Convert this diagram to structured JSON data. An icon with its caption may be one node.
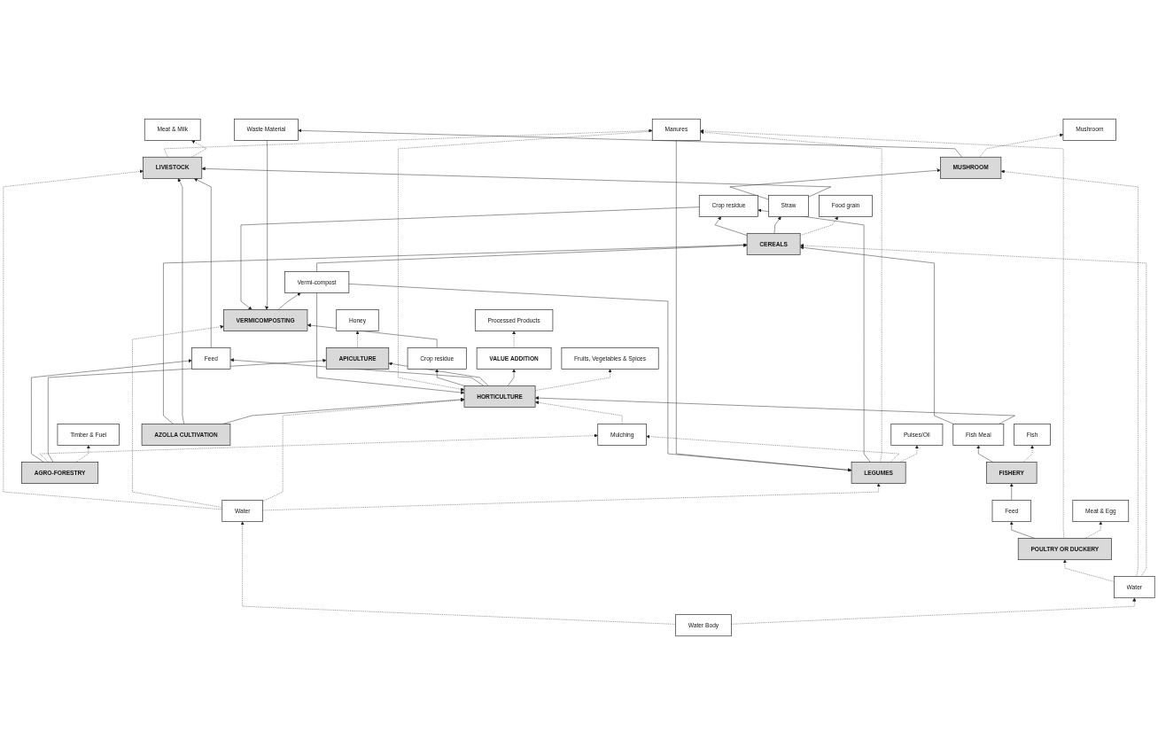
{
  "diagram": {
    "nodes": [
      {
        "text": [
          "Processed Products"
        ]
      },
      {
        "text": [
          "Honey"
        ]
      },
      {
        "text": [
          "Fruits, Vegetables & Spices"
        ]
      },
      {
        "text": [
          "Pulses/Oil"
        ]
      },
      {
        "text": [
          "Timber & Fuel"
        ]
      },
      {
        "text": [
          "Meat & Milk"
        ]
      },
      {
        "text": [
          "Food grain"
        ]
      },
      {
        "text": [
          "Mushroom"
        ]
      },
      {
        "text": [
          "Meat & Egg"
        ]
      },
      {
        "text": [
          "Fish"
        ]
      },
      {
        "text": [
          "LEGUMES"
        ]
      },
      {
        "text": [
          "VALUE ADDITION"
        ]
      },
      {
        "text": [
          "APICULTURE"
        ]
      },
      {
        "text": [
          "Mulching"
        ]
      },
      {
        "text": [
          "AGRO-FORESTRY"
        ]
      },
      {
        "text": [
          "MUSHROOM"
        ]
      },
      {
        "text": [
          "HORTICULTURE"
        ]
      },
      {
        "text": [
          "Feed"
        ]
      },
      {
        "text": [
          "Manures"
        ]
      },
      {
        "text": [
          "LIVESTOCK"
        ]
      },
      {
        "text": [
          "Straw"
        ]
      },
      {
        "text": [
          "POULTRY OR DUCKERY"
        ]
      },
      {
        "text": [
          "Feed"
        ]
      },
      {
        "text": [
          "Crop residue"
        ]
      },
      {
        "text": [
          "Vermi-compost"
        ]
      },
      {
        "text": [
          "CEREALS"
        ]
      },
      {
        "text": [
          "Water"
        ]
      },
      {
        "text": [
          "Crop residue"
        ]
      },
      {
        "text": [
          "VERMICOMPOSTING"
        ]
      },
      {
        "text": [
          "Water"
        ]
      },
      {
        "text": [
          "Fish Meal"
        ]
      },
      {
        "text": [
          "Waste Material"
        ]
      },
      {
        "text": [
          "AZOLLA CULTIVATION"
        ]
      },
      {
        "text": [
          "FISHERY"
        ]
      },
      {
        "text": [
          "Water Body"
        ]
      }
    ],
    "edges": [
      {
        "from": 11,
        "to": 0,
        "arrow": "to",
        "style": "dashed"
      },
      {
        "from": 12,
        "to": 1,
        "arrow": "to",
        "style": "dashed"
      },
      {
        "from": 16,
        "to": 2,
        "arrow": "to",
        "style": "dashed"
      },
      {
        "from": 10,
        "to": 3,
        "arrow": "to",
        "style": "dashed"
      },
      {
        "from": 14,
        "to": 4,
        "arrow": "to",
        "style": "dashed"
      },
      {
        "from": 19,
        "to": 5,
        "arrow": "to",
        "style": "dashed"
      },
      {
        "from": 25,
        "to": 6,
        "arrow": "to",
        "style": "dashed"
      },
      {
        "from": 15,
        "to": 7,
        "arrow": "to",
        "style": "dashed"
      },
      {
        "from": 21,
        "to": 8,
        "arrow": "to",
        "style": "dashed"
      },
      {
        "from": 33,
        "to": 9,
        "arrow": "to",
        "style": "dashed"
      },
      {
        "from": 16,
        "to": 11,
        "arrow": "to"
      },
      {
        "from": 16,
        "to": 12,
        "arrow": "to"
      },
      {
        "from": 14,
        "to": 12,
        "arrow": "to"
      },
      {
        "from": 14,
        "to": 13,
        "arrow": "to",
        "style": "dashed"
      },
      {
        "from": 13,
        "to": 16,
        "arrow": "to",
        "style": "dashed"
      },
      {
        "from": 10,
        "to": 13,
        "arrow": "to",
        "style": "dashed"
      },
      {
        "from": 24,
        "to": 10,
        "arrow": "to"
      },
      {
        "from": 29,
        "to": 10,
        "arrow": "to",
        "style": "dashed"
      },
      {
        "from": 18,
        "to": 10,
        "arrow": "to"
      },
      {
        "from": 10,
        "to": 18,
        "arrow": "to",
        "style": "dashed"
      },
      {
        "from": 10,
        "to": 27,
        "arrow": "to"
      },
      {
        "from": 14,
        "to": 17,
        "arrow": "to"
      },
      {
        "from": 16,
        "to": 17,
        "arrow": "to"
      },
      {
        "from": 17,
        "to": 19,
        "arrow": "to"
      },
      {
        "from": 18,
        "to": 16,
        "arrow": "to",
        "style": "dashed"
      },
      {
        "from": 19,
        "to": 18,
        "arrow": "to",
        "style": "dashed"
      },
      {
        "from": 21,
        "to": 18,
        "arrow": "to",
        "style": "dashed"
      },
      {
        "from": 20,
        "to": 19,
        "arrow": "to"
      },
      {
        "from": 20,
        "to": 15,
        "arrow": "to"
      },
      {
        "from": 25,
        "to": 20,
        "arrow": "to"
      },
      {
        "from": 21,
        "to": 22,
        "arrow": "to"
      },
      {
        "from": 22,
        "to": 33,
        "arrow": "to"
      },
      {
        "from": 16,
        "to": 23,
        "arrow": "to"
      },
      {
        "from": 23,
        "to": 28,
        "arrow": "to"
      },
      {
        "from": 28,
        "to": 24,
        "arrow": "to"
      },
      {
        "from": 24,
        "to": 16,
        "arrow": "to"
      },
      {
        "from": 24,
        "to": 25,
        "arrow": "to"
      },
      {
        "from": 25,
        "to": 27,
        "arrow": "to"
      },
      {
        "from": 27,
        "to": 28,
        "arrow": "to"
      },
      {
        "from": 29,
        "to": 16,
        "arrow": "to",
        "style": "dashed"
      },
      {
        "from": 29,
        "to": 28,
        "arrow": "to",
        "style": "dashed"
      },
      {
        "from": 29,
        "to": 19,
        "arrow": "to",
        "style": "dashed"
      },
      {
        "from": 26,
        "to": 25,
        "arrow": "to",
        "style": "dashed"
      },
      {
        "from": 26,
        "to": 15,
        "arrow": "to",
        "style": "dashed"
      },
      {
        "from": 26,
        "to": 21,
        "arrow": "to",
        "style": "dashed"
      },
      {
        "from": 34,
        "to": 26,
        "arrow": "to",
        "style": "dashed"
      },
      {
        "from": 34,
        "to": 29,
        "arrow": "to",
        "style": "dashed"
      },
      {
        "from": 15,
        "to": 31,
        "arrow": "to"
      },
      {
        "from": 31,
        "to": 28,
        "arrow": "to"
      },
      {
        "from": 30,
        "to": 16,
        "arrow": "to"
      },
      {
        "from": 30,
        "to": 25,
        "arrow": "to"
      },
      {
        "from": 33,
        "to": 30,
        "arrow": "to"
      },
      {
        "from": 32,
        "to": 16,
        "arrow": "to"
      },
      {
        "from": 32,
        "to": 19,
        "arrow": "to"
      },
      {
        "from": 32,
        "to": 25,
        "arrow": "to"
      }
    ]
  }
}
